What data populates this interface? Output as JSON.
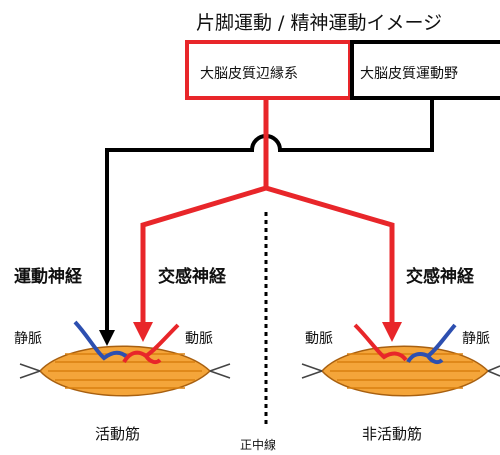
{
  "title": "片脚運動 / 精神運動イメージ",
  "boxes": {
    "limbic": "大脳皮質辺縁系",
    "motor": "大脳皮質運動野"
  },
  "nerves": {
    "motor_left": "運動神経",
    "sympathetic_left": "交感神経",
    "sympathetic_right": "交感神経"
  },
  "vessels": {
    "left_vein": "静脈",
    "left_artery": "動脈",
    "right_artery": "動脈",
    "right_vein": "静脈"
  },
  "muscles": {
    "active": "活動筋",
    "inactive": "非活動筋"
  },
  "midline": "正中線",
  "colors": {
    "sympathetic": "#e8262a",
    "motor": "#000000",
    "muscle": "#f4a53a",
    "muscle_stripe": "#d98010",
    "artery": "#e8262a",
    "vein": "#2d4fb0"
  }
}
